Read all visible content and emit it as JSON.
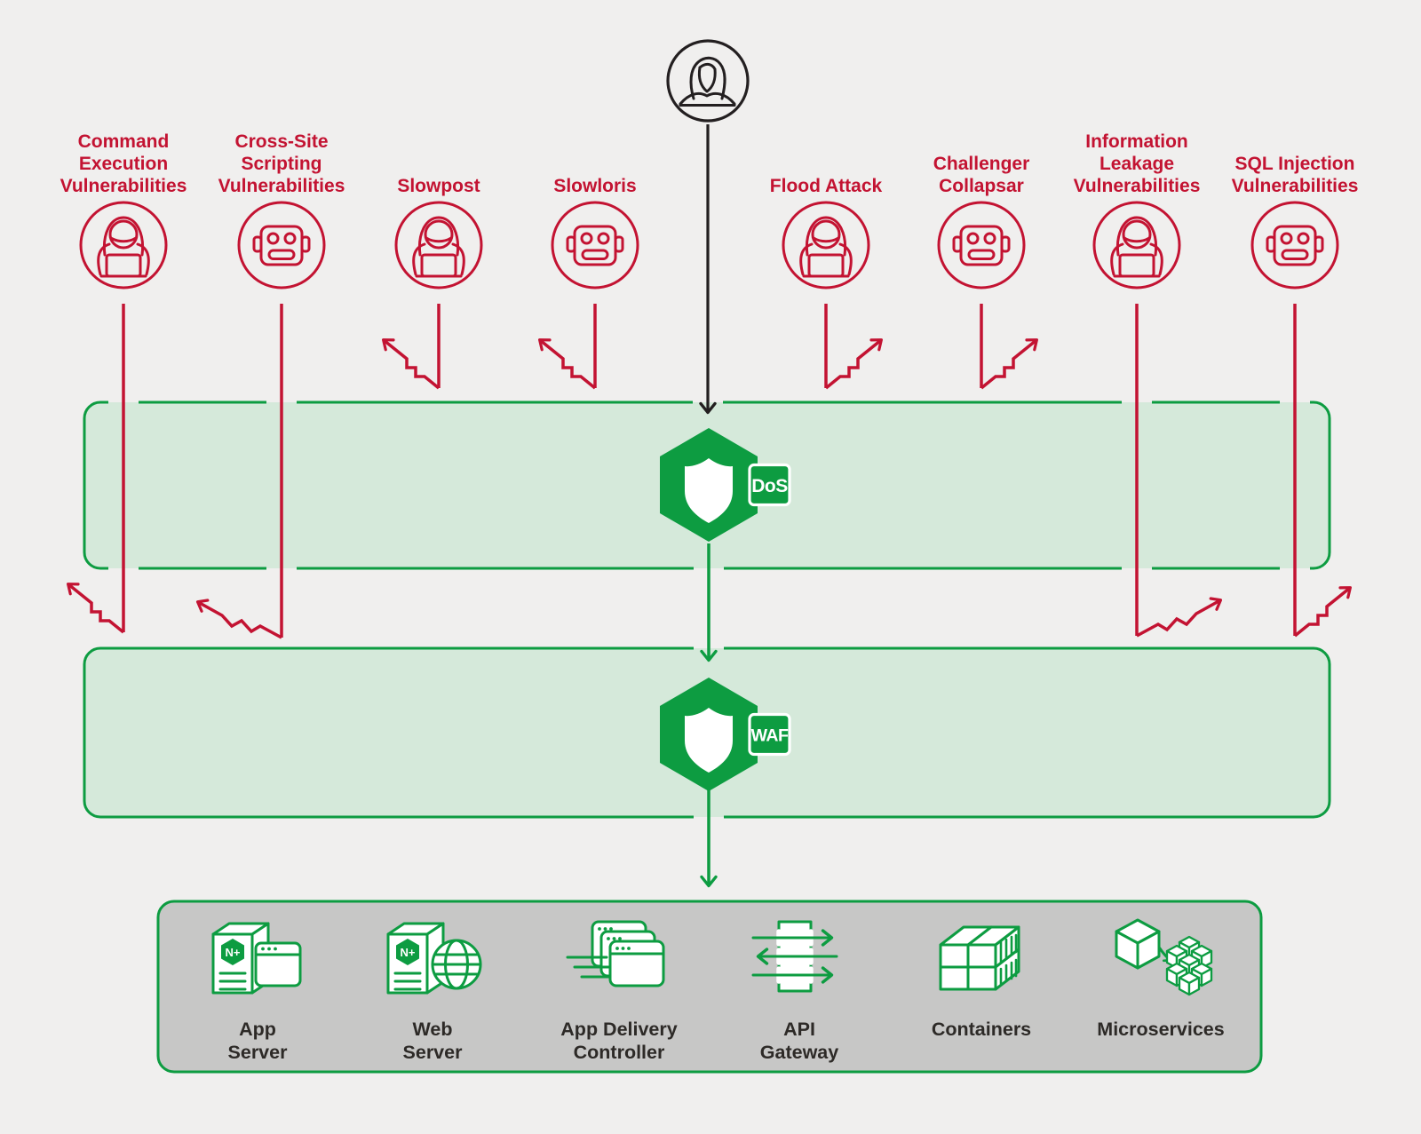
{
  "palette": {
    "background": "#f0efee",
    "attack_red": "#c31332",
    "green": "#0d9c41",
    "band_fill": "#d5e9da",
    "gray_box_fill": "#c7c7c6",
    "dark": "#231f20",
    "infra_label_dark": "#2d2a27"
  },
  "icons": {
    "user": "female-user-icon",
    "attacker_human": "hooded-hacker-icon",
    "attacker_bot": "bot-icon",
    "dos_layer": "shield-hexagon-dos",
    "waf_layer": "shield-hexagon-waf"
  },
  "attacks": [
    {
      "label": "Command\nExecution\nVulnerabilities",
      "icon": "hacker",
      "blocked_at": "waf"
    },
    {
      "label": "Cross-Site\nScripting\nVulnerabilities",
      "icon": "bot",
      "blocked_at": "waf"
    },
    {
      "label": "Slowpost",
      "icon": "hacker",
      "blocked_at": "dos"
    },
    {
      "label": "Slowloris",
      "icon": "bot",
      "blocked_at": "dos"
    },
    {
      "label": "Flood Attack",
      "icon": "hacker",
      "blocked_at": "dos"
    },
    {
      "label": "Challenger\nCollapsar",
      "icon": "bot",
      "blocked_at": "dos"
    },
    {
      "label": "Information\nLeakage\nVulnerabilities",
      "icon": "hacker",
      "blocked_at": "waf"
    },
    {
      "label": "SQL Injection\nVulnerabilities",
      "icon": "bot",
      "blocked_at": "waf"
    }
  ],
  "protection_layers": [
    {
      "badge": "DoS"
    },
    {
      "badge": "WAF"
    }
  ],
  "nginx_plus_badge": "N+",
  "infrastructure": [
    {
      "label": "App\nServer",
      "icon": "app-server"
    },
    {
      "label": "Web\nServer",
      "icon": "web-server"
    },
    {
      "label": "App Delivery\nController",
      "icon": "app-delivery-controller"
    },
    {
      "label": "API\nGateway",
      "icon": "api-gateway"
    },
    {
      "label": "Containers",
      "icon": "containers"
    },
    {
      "label": "Microservices",
      "icon": "microservices"
    }
  ]
}
